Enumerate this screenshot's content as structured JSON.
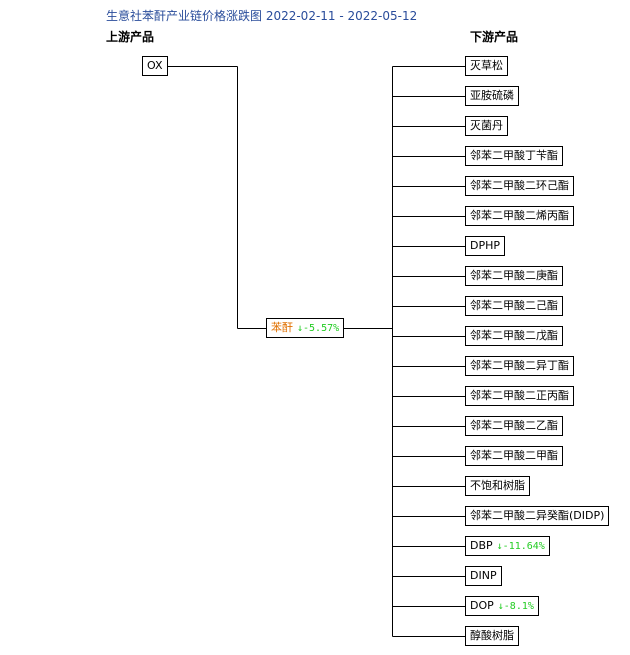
{
  "title": "生意社苯酐产业链价格涨跌图 2022-02-11 - 2022-05-12",
  "upstream_header": "上游产品",
  "downstream_header": "下游产品",
  "upstream": [
    {
      "name": "OX"
    }
  ],
  "center": {
    "name": "苯酐",
    "change": "↓-5.57%"
  },
  "downstream": [
    {
      "name": "灭草松"
    },
    {
      "name": "亚胺硫磷"
    },
    {
      "name": "灭菌丹"
    },
    {
      "name": "邻苯二甲酸丁苄酯"
    },
    {
      "name": "邻苯二甲酸二环己酯"
    },
    {
      "name": "邻苯二甲酸二烯丙酯"
    },
    {
      "name": "DPHP"
    },
    {
      "name": "邻苯二甲酸二庚酯"
    },
    {
      "name": "邻苯二甲酸二己酯"
    },
    {
      "name": "邻苯二甲酸二戊酯"
    },
    {
      "name": "邻苯二甲酸二异丁酯"
    },
    {
      "name": "邻苯二甲酸二正丙酯"
    },
    {
      "name": "邻苯二甲酸二乙酯"
    },
    {
      "name": "邻苯二甲酸二甲酯"
    },
    {
      "name": "不饱和树脂"
    },
    {
      "name": "邻苯二甲酸二异癸酯(DIDP)"
    },
    {
      "name": "DBP",
      "change": "↓-11.64%"
    },
    {
      "name": "DINP"
    },
    {
      "name": "DOP",
      "change": "↓-8.1%"
    },
    {
      "name": "醇酸树脂"
    }
  ],
  "colors": {
    "title": "#2a4d9b",
    "center_name": "#e07000",
    "decrease": "#22cc22",
    "line": "#000000"
  }
}
